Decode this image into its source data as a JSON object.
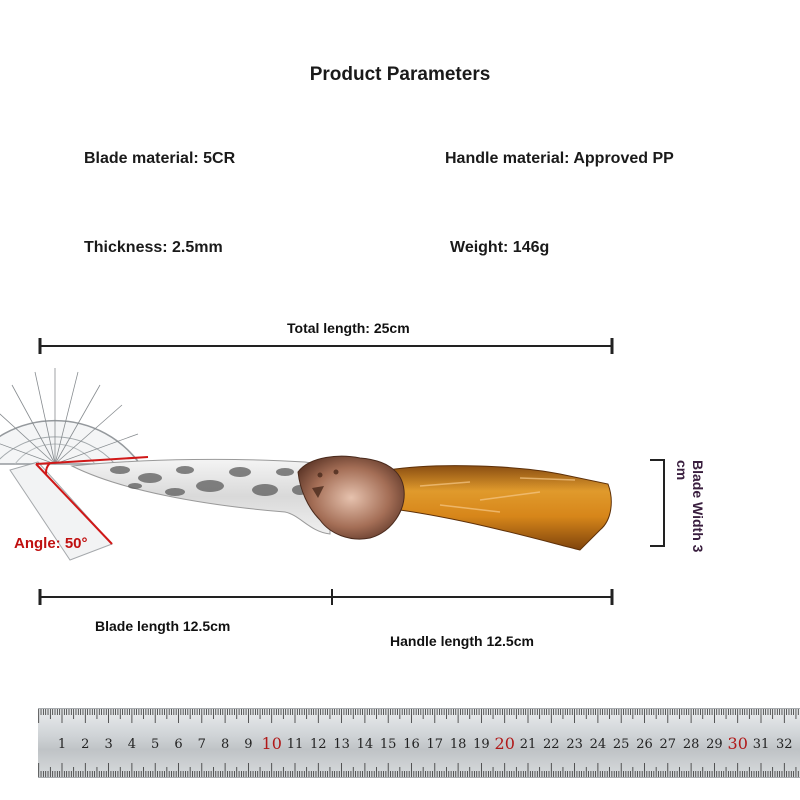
{
  "header": {
    "title": "Product Parameters"
  },
  "params": {
    "blade_material": "Blade material: 5CR",
    "handle_material": "Handle material: Approved PP",
    "thickness": "Thickness: 2.5mm",
    "weight": "Weight: 146g"
  },
  "dimensions": {
    "total_length": "Total length: 25cm",
    "blade_length": "Blade length 12.5cm",
    "handle_length": "Handle length 12.5cm",
    "blade_width": "Blade Width 3 cm",
    "angle": "Angle: 50°"
  },
  "ruler": {
    "labels": [
      "1",
      "2",
      "3",
      "4",
      "5",
      "6",
      "7",
      "8",
      "9",
      "10",
      "11",
      "12",
      "13",
      "14",
      "15",
      "16",
      "17",
      "18",
      "19",
      "20",
      "21",
      "22",
      "23",
      "24",
      "25",
      "26",
      "27",
      "28",
      "29",
      "30",
      "31",
      "32",
      "3"
    ],
    "highlight": [
      "10",
      "20",
      "30"
    ]
  },
  "colors": {
    "angle_red": "#c01010",
    "handle_wood": "#d98a1c",
    "guard_bronze": "#a0705a",
    "width_label": "#3a1f3f"
  },
  "icons": {
    "knife": "knife-illustration",
    "protractor": "protractor-illustration"
  }
}
